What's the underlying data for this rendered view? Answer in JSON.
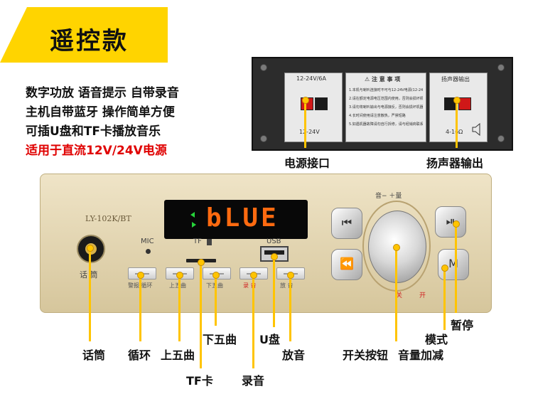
{
  "banner": {
    "title": "遥控款"
  },
  "features": [
    "数字功放  语音提示  自带录音",
    "主机自带蓝牙  操作简单方便",
    "可插U盘和TF卡播放音乐",
    "适用于直流12V/24V电源"
  ],
  "rear_panel": {
    "power_box_title": "12-24V/6A",
    "power_box_bottom": "12-24V",
    "notice_title": "⚠ 注 意 事 项",
    "notice_lines": [
      "1.本机与喇叭连接时不可与12-24V电源(12-24V)接错",
      "2.请在额定电源电压范围内使用，否则会损坏机器",
      "3.请勿将喇叭输出与电源接反，否则会损坏机器",
      "4.长时间使用请注意散热，严禁短路",
      "5.如遇机器故障请勿自行拆修，请与经销商联系"
    ],
    "speaker_box_title": "扬声器输出",
    "speaker_box_bottom": "4-16Ω"
  },
  "front_panel": {
    "model": "LY-102K/BT",
    "display_text": "bLUE",
    "mic_label": "MIC",
    "tf_label": "TF",
    "usb_label": "USB",
    "jack_label": "话  筒",
    "vol_label": "音−     ＋量",
    "power_label_off": "关",
    "power_label_on": "开",
    "buttons": [
      {
        "label": "警报 循环"
      },
      {
        "label": "上五曲"
      },
      {
        "label": "下五曲"
      },
      {
        "label": "录  音"
      },
      {
        "label": "放  音"
      }
    ]
  },
  "callouts": {
    "power_port": "电源接口",
    "speaker_out": "扬声器输出",
    "mic": "话筒",
    "loop": "循环",
    "prev5": "上五曲",
    "next5": "下五曲",
    "tf": "TF卡",
    "record": "录音",
    "usb": "U盘",
    "play": "放音",
    "power_btn": "开关按钮",
    "volume": "音量加减",
    "mode": "模式",
    "pause": "暂停"
  },
  "colors": {
    "banner": "#ffd400",
    "callout_line": "#ffc400",
    "display_text": "#ff6a10",
    "warning_text": "#e00000"
  }
}
